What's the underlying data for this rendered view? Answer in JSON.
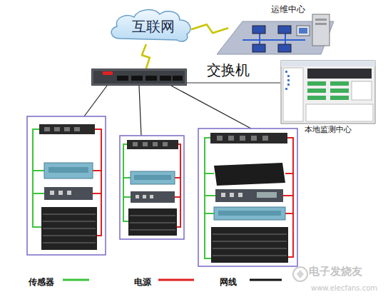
{
  "diagram": {
    "nodes": [
      {
        "text": [
          "互联网"
        ]
      },
      {
        "text": [
          "运维中心"
        ]
      },
      {
        "text": [
          "交换机"
        ]
      },
      {
        "text": [
          "本地监测中心"
        ]
      }
    ],
    "edges": [
      {
        "from": 0,
        "to": 1,
        "arrow": "none"
      },
      {
        "from": 0,
        "to": 2,
        "arrow": "none"
      },
      {
        "from": 2,
        "to": 3,
        "arrow": "none"
      }
    ],
    "labels": [
      "电子发烧友",
      "www.elecfans.com"
    ],
    "legend": [
      {
        "text": "传感器"
      },
      {
        "text": "电源"
      },
      {
        "text": "网线"
      }
    ]
  }
}
